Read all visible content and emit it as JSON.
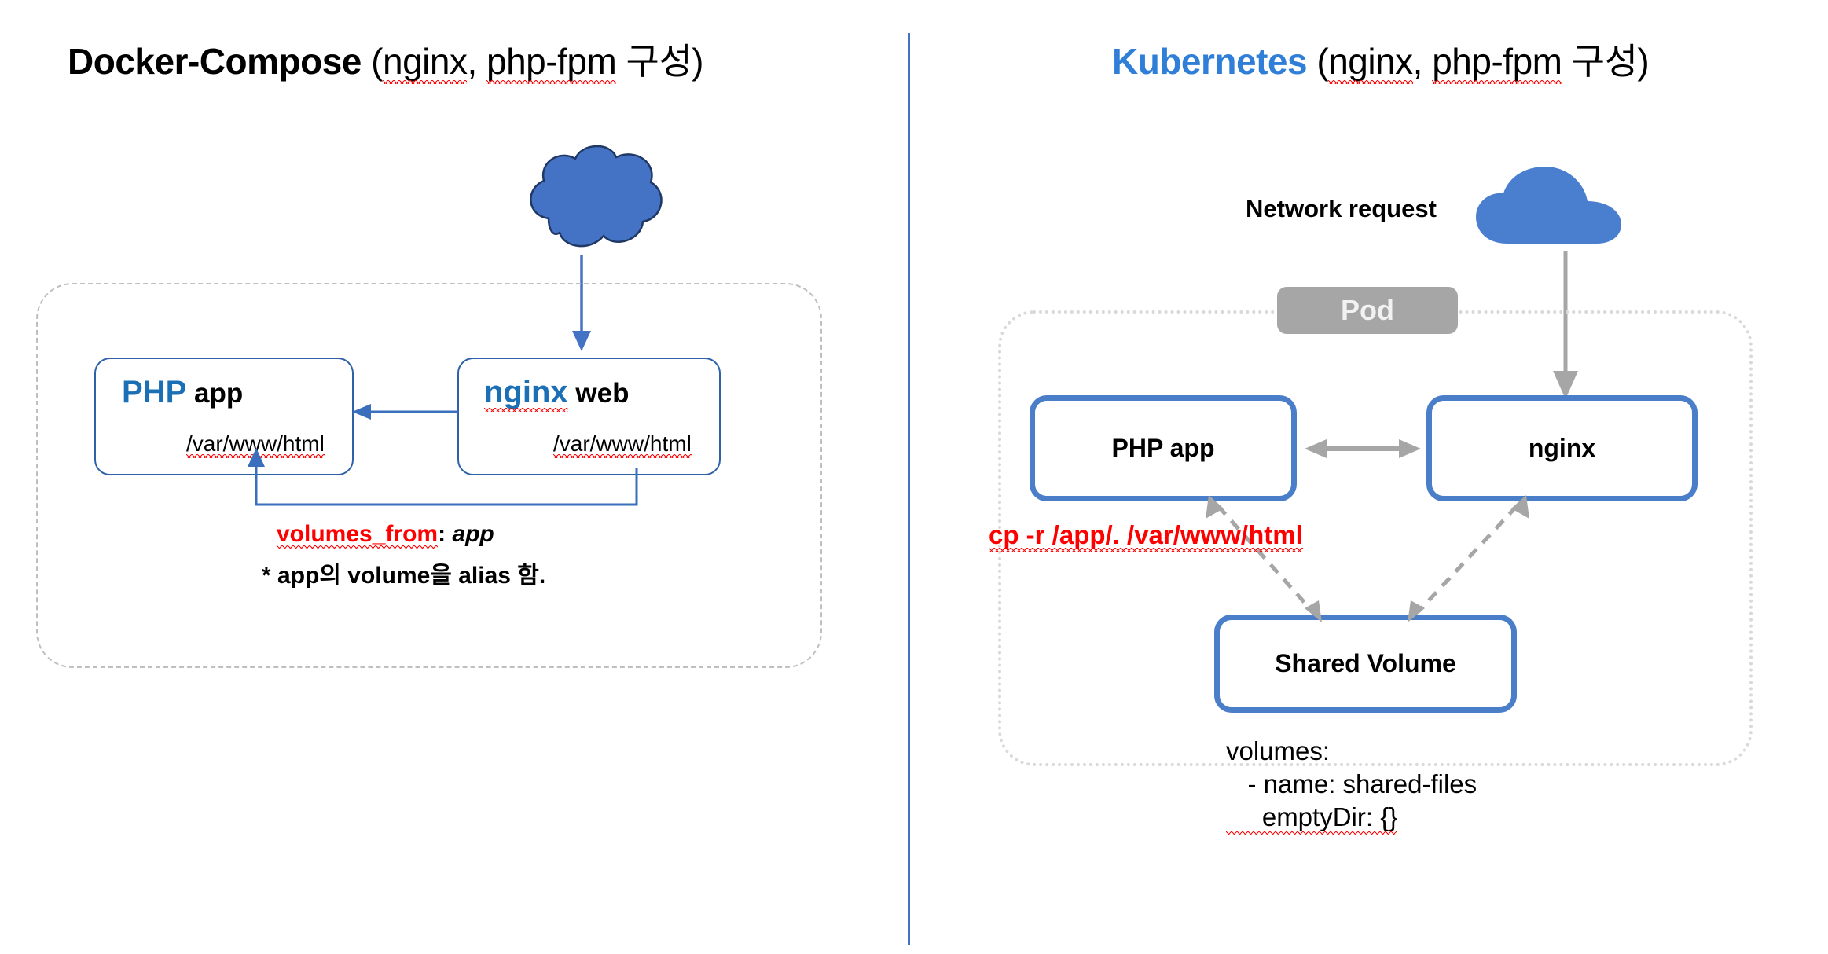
{
  "left": {
    "title": {
      "bold": "Docker-Compose",
      "rest_open": " (",
      "w1": "nginx",
      "comma": ", ",
      "w2": "php-fpm",
      "rest_close": " 구성)"
    },
    "boxes": [
      {
        "name_accent": "PHP",
        "name_rest": " app",
        "path": "/var/www/html"
      },
      {
        "name_accent": "nginx",
        "name_rest": " web",
        "path": "/var/www/html"
      }
    ],
    "note_key": "volumes_from",
    "note_colon": ": ",
    "note_value": "app",
    "note_sub": "* app의 volume을 alias 함."
  },
  "right": {
    "title": {
      "bold": "Kubernetes",
      "rest_open": " (",
      "w1": "nginx",
      "comma": ", ",
      "w2": "php-fpm",
      "rest_close": " 구성)"
    },
    "network_label": "Network request",
    "pod_label": "Pod",
    "boxes": [
      {
        "label": "PHP app"
      },
      {
        "label": "nginx"
      },
      {
        "label": "Shared Volume"
      }
    ],
    "cp_command": "cp -r /app/. /var/www/html",
    "yaml": [
      "volumes:",
      "   - name: shared-files",
      "     emptyDir: {}"
    ]
  },
  "colors": {
    "accent_blue": "#2f7ed8",
    "php_blue": "#1a6fb5",
    "box_blue": "#4a7ec8",
    "cloud_blue": "#4472c4",
    "arrow_gray": "#a6a6a6",
    "pod_gray": "#a6a6a6",
    "red": "#ff0000",
    "dash_gray": "#bfbfbf"
  },
  "icons": {
    "cloud_left": "cloud-icon",
    "cloud_right": "cloud-icon",
    "arrow_down_blue": "arrow-down-icon",
    "arrow_down_gray": "arrow-down-icon",
    "arrow_left_blue": "arrow-left-icon",
    "arrow_up_blue": "arrow-up-icon",
    "double_arrow_gray": "double-arrow-icon",
    "dashed_double_arrow": "dashed-double-arrow-icon"
  }
}
